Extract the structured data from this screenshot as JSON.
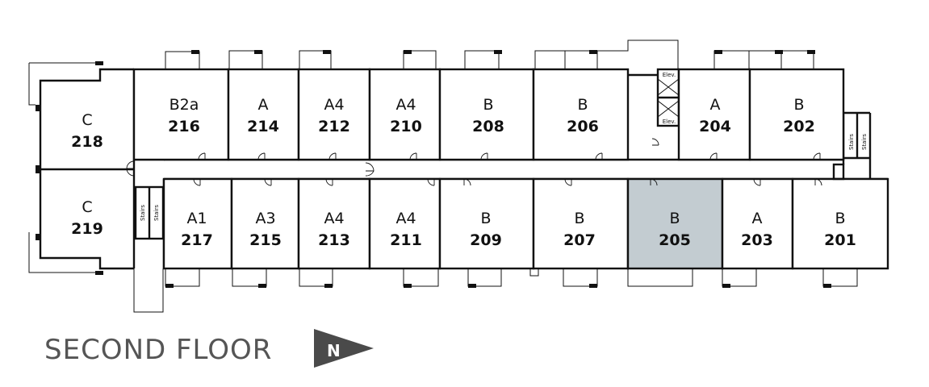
{
  "floor_title": "SECOND FLOOR",
  "north_label": "N",
  "highlight_color": "#c3ccd1",
  "title_color": "#555555",
  "units": [
    {
      "id": "u218",
      "type": "C",
      "number": "218"
    },
    {
      "id": "u219",
      "type": "C",
      "number": "219"
    },
    {
      "id": "u216",
      "type": "B2a",
      "number": "216"
    },
    {
      "id": "u214",
      "type": "A",
      "number": "214"
    },
    {
      "id": "u212",
      "type": "A4",
      "number": "212"
    },
    {
      "id": "u210",
      "type": "A4",
      "number": "210"
    },
    {
      "id": "u208",
      "type": "B",
      "number": "208"
    },
    {
      "id": "u206",
      "type": "B",
      "number": "206"
    },
    {
      "id": "u204",
      "type": "A",
      "number": "204"
    },
    {
      "id": "u202",
      "type": "B",
      "number": "202"
    },
    {
      "id": "u217",
      "type": "A1",
      "number": "217"
    },
    {
      "id": "u215",
      "type": "A3",
      "number": "215"
    },
    {
      "id": "u213",
      "type": "A4",
      "number": "213"
    },
    {
      "id": "u211",
      "type": "A4",
      "number": "211"
    },
    {
      "id": "u209",
      "type": "B",
      "number": "209"
    },
    {
      "id": "u207",
      "type": "B",
      "number": "207"
    },
    {
      "id": "u205",
      "type": "B",
      "number": "205",
      "highlighted": true
    },
    {
      "id": "u203",
      "type": "A",
      "number": "203"
    },
    {
      "id": "u201",
      "type": "B",
      "number": "201"
    }
  ],
  "stairs_label": "Stairs",
  "elevator_label": "Elev."
}
